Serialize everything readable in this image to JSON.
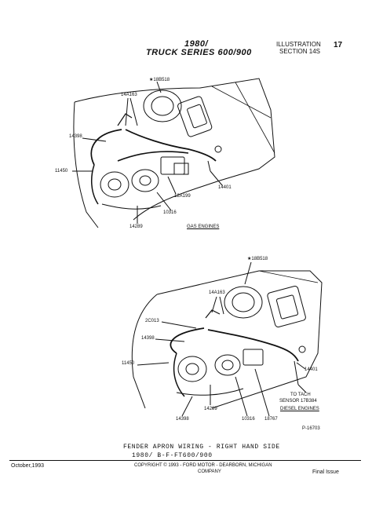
{
  "header": {
    "title_line1": "1980/",
    "title_line2": "TRUCK SERIES 600/900",
    "illustration_label": "ILLUSTRATION",
    "section_label": "SECTION 14S",
    "page_number": "17"
  },
  "diagram_top": {
    "labels": [
      "18B518",
      "14A163",
      "14398",
      "11450",
      "14401",
      "12A199",
      "10316",
      "14289"
    ],
    "caption": "GAS ENGINES"
  },
  "diagram_bottom": {
    "labels": [
      "18B518",
      "14A163",
      "2C013",
      "14398",
      "11450",
      "14401",
      "14398",
      "14289",
      "10316",
      "18767"
    ],
    "tach_note_line1": "TO TACH",
    "tach_note_line2": "SENSOR 17B384",
    "caption": "DIESEL ENGINES",
    "figure_id": "P-16703"
  },
  "figure_caption": {
    "line1": "FENDER APRON WIRING - RIGHT HAND SIDE",
    "line2": "1980/   B-F-FT600/900"
  },
  "footer": {
    "date": "October,1993",
    "copyright_line1": "COPYRIGHT © 1993 - FORD MOTOR - DEARBORN, MICHIGAN",
    "copyright_line2": "COMPANY",
    "issue": "Final Issue"
  }
}
